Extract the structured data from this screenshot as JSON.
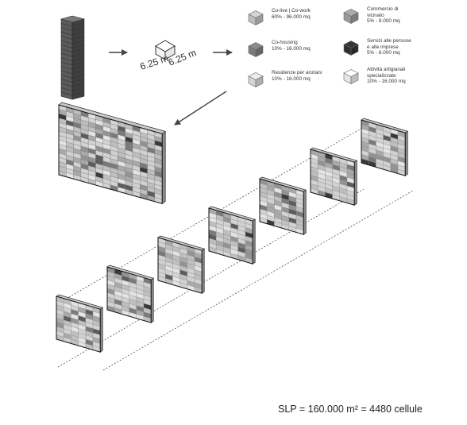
{
  "dimension": {
    "width": "6.25 m",
    "depth": "6.25 m"
  },
  "legend": [
    {
      "key": "colive",
      "lines": [
        "Co-live | Co-work",
        "60% - 96.000 mq"
      ],
      "shade": "#bdbdbd",
      "icon": "cube-light-icon"
    },
    {
      "key": "commercio",
      "lines": [
        "Commercio di",
        "vicinato",
        "5% - 8.000 mq"
      ],
      "shade": "#9a9a9a",
      "icon": "cube-mid-icon"
    },
    {
      "key": "cohousing",
      "lines": [
        "Co-housing",
        "10% - 16.000 mq"
      ],
      "shade": "#7b7b7b",
      "icon": "cube-dark-icon"
    },
    {
      "key": "servizi",
      "lines": [
        "Servizi alle persone",
        "e alle imprese",
        "5% - 8.000 mq"
      ],
      "shade": "#2f2f2f",
      "icon": "cube-black-icon"
    },
    {
      "key": "residenze",
      "lines": [
        "Residenze per anziani",
        "10% - 16.000 mq"
      ],
      "shade": "#d4d4d4",
      "icon": "cube-pale-icon"
    },
    {
      "key": "attivita",
      "lines": [
        "Attività artigianali",
        "specializzate",
        "10% - 16.000 mq"
      ],
      "shade": "#e6e6e6",
      "icon": "cube-white-icon"
    }
  ],
  "summary": "SLP = 160.000 m² = 4480 cellule"
}
